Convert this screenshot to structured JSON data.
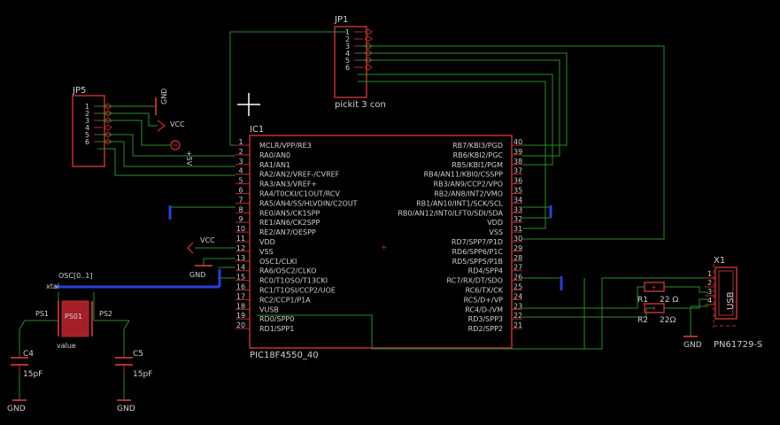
{
  "colors": {
    "background": "#000000",
    "wire": "#2e8b2e",
    "part": "#b03030",
    "bus": "#2a3fd0",
    "text": "#cfcfcf"
  },
  "jp1": {
    "name": "JP1",
    "value": "pickit 3 con",
    "pins": [
      "1",
      "2",
      "3",
      "4",
      "5",
      "6"
    ]
  },
  "jp5": {
    "name": "JP5",
    "pins": [
      "1",
      "2",
      "3",
      "4",
      "5",
      "6"
    ]
  },
  "ic1": {
    "name": "IC1",
    "value": "PIC18F4550_40",
    "left_pins": [
      {
        "num": "1",
        "label": "MCLR/VPP/RE3"
      },
      {
        "num": "2",
        "label": "RA0/AN0"
      },
      {
        "num": "3",
        "label": "RA1/AN1"
      },
      {
        "num": "4",
        "label": "RA2/AN2/VREF-/CVREF"
      },
      {
        "num": "5",
        "label": "RA3/AN3/VREF+"
      },
      {
        "num": "6",
        "label": "RA4/T0CKI/C1OUT/RCV"
      },
      {
        "num": "7",
        "label": "RA5/AN4/SS/HLVDIN/C2OUT"
      },
      {
        "num": "8",
        "label": "RE0/AN5/CK1SPP"
      },
      {
        "num": "9",
        "label": "RE1/AN6/CK2SPP"
      },
      {
        "num": "10",
        "label": "RE2/AN7/OESPP"
      },
      {
        "num": "11",
        "label": "VDD"
      },
      {
        "num": "12",
        "label": "VSS"
      },
      {
        "num": "13",
        "label": "OSC1/CLKI"
      },
      {
        "num": "14",
        "label": "RA6/OSC2/CLKO"
      },
      {
        "num": "15",
        "label": "RC0/T1OSO/T13CKI"
      },
      {
        "num": "16",
        "label": "RC1/T1OSI/CCP2/UOE"
      },
      {
        "num": "17",
        "label": "RC2/CCP1/P1A"
      },
      {
        "num": "18",
        "label": "VUSB"
      },
      {
        "num": "19",
        "label": "RD0/SPP0"
      },
      {
        "num": "20",
        "label": "RD1/SPP1"
      }
    ],
    "right_pins": [
      {
        "num": "40",
        "label": "RB7/KBI3/PGD"
      },
      {
        "num": "39",
        "label": "RB6/KBI2/PGC"
      },
      {
        "num": "38",
        "label": "RB5/KBI1/PGM"
      },
      {
        "num": "37",
        "label": "RB4/AN11/KBI0/CSSPP"
      },
      {
        "num": "36",
        "label": "RB3/AN9/CCP2/VPO"
      },
      {
        "num": "35",
        "label": "RB2/AN8/INT2/VMO"
      },
      {
        "num": "34",
        "label": "RB1/AN10/INT1/SCK/SCL"
      },
      {
        "num": "33",
        "label": "RB0/AN12/INT0/LFT0/SDI/SDA"
      },
      {
        "num": "32",
        "label": "VDD"
      },
      {
        "num": "31",
        "label": "VSS"
      },
      {
        "num": "30",
        "label": "RD7/SPP7/P1D"
      },
      {
        "num": "29",
        "label": "RD6/SPP6/P1C"
      },
      {
        "num": "28",
        "label": "RD5/SPP5/P1B"
      },
      {
        "num": "27",
        "label": "RD4/SPP4"
      },
      {
        "num": "26",
        "label": "RC7/RX/DT/SDO"
      },
      {
        "num": "25",
        "label": "RC6/TX/CK"
      },
      {
        "num": "24",
        "label": "RC5/D+/VP"
      },
      {
        "num": "23",
        "label": "RC4/D-/VM"
      },
      {
        "num": "22",
        "label": "RD3/SPP3"
      },
      {
        "num": "21",
        "label": "RD2/SPP2"
      }
    ]
  },
  "labels": {
    "gnd": "GND",
    "vcc": "VCC",
    "plus5v": "+5V",
    "osc_bus": "OSC[0..1]",
    "xtal": "xtal",
    "ps1": "PS1",
    "ps2": "PS2",
    "crystal_name": "PS01",
    "crystal_value": "value",
    "c4": "C4",
    "c5": "C5",
    "c4_value": "15pF",
    "c5_value": "15pF",
    "r1": "R1",
    "r2": "R2",
    "r1_value": "22 Ω",
    "r2_value": "22Ω",
    "x1": "X1",
    "x1_value": "PN61729-S",
    "usb": "USB",
    "x1_pins": [
      "1",
      "2",
      "3",
      "4"
    ]
  }
}
